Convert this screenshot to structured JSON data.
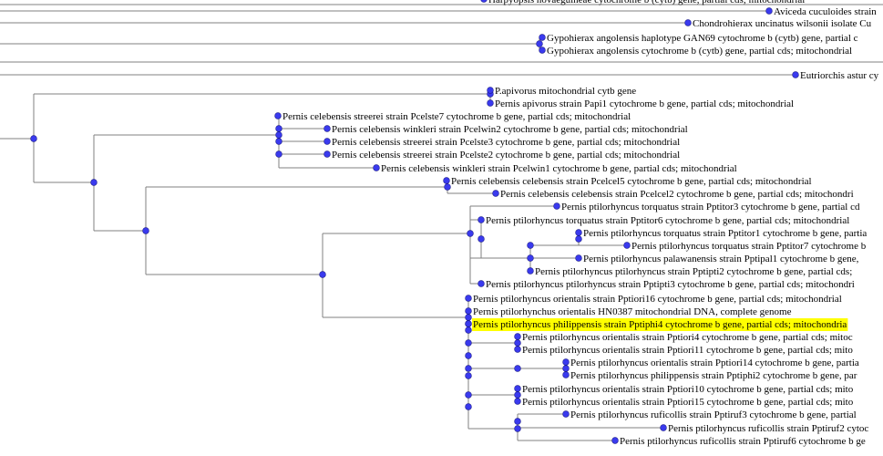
{
  "tree": {
    "highlight_color": "#ffff00",
    "node_color": "#3a3aee",
    "leaves": [
      {
        "label": "Harpyopsis novaeguineae cytochrome b (cytb) gene, partial cds; mitochondrial"
      },
      {
        "label": "Aviceda cuculoides strain"
      },
      {
        "label": "Chondrohierax uncinatus wilsonii isolate Cu"
      },
      {
        "label": "Gypohierax angolensis haplotype GAN69 cytochrome b (cytb) gene, partial c"
      },
      {
        "label": "Gypohierax angolensis cytochrome b (cytb) gene, partial cds; mitochondrial"
      },
      {
        "label": "Eutriorchis astur cy"
      },
      {
        "label": "P.apivorus mitochondrial cytb gene"
      },
      {
        "label": "Pernis apivorus strain Papi1 cytochrome b gene, partial cds; mitochondrial"
      },
      {
        "label": "Pernis celebensis streerei strain Pcelste7 cytochrome b gene, partial cds; mitochondrial"
      },
      {
        "label": "Pernis celebensis winkleri strain Pcelwin2 cytochrome b gene, partial cds; mitochondrial"
      },
      {
        "label": "Pernis celebensis streerei strain Pcelste3 cytochrome b gene, partial cds; mitochondrial"
      },
      {
        "label": "Pernis celebensis streerei strain Pcelste2 cytochrome b gene, partial cds; mitochondrial"
      },
      {
        "label": "Pernis celebensis winkleri strain Pcelwin1 cytochrome b gene, partial cds; mitochondrial"
      },
      {
        "label": "Pernis celebensis celebensis strain Pcelcel5 cytochrome b gene, partial cds; mitochondrial"
      },
      {
        "label": "Pernis celebensis celebensis strain Pcelcel2 cytochrome b gene, partial cds; mitochondri"
      },
      {
        "label": "Pernis ptilorhyncus torquatus strain Pptitor3 cytochrome b gene, partial cd"
      },
      {
        "label": "Pernis ptilorhyncus torquatus strain Pptitor6 cytochrome b gene, partial cds; mitochondrial"
      },
      {
        "label": "Pernis ptilorhyncus torquatus strain Pptitor1 cytochrome b gene, partia"
      },
      {
        "label": "Pernis ptilorhyncus torquatus strain Pptitor7 cytochrome b"
      },
      {
        "label": "Pernis ptilorhyncus palawanensis strain Pptipal1 cytochrome b gene,"
      },
      {
        "label": "Pernis ptilorhyncus ptilorhyncus strain Pptipti2 cytochrome b gene, partial cds;"
      },
      {
        "label": "Pernis ptilorhyncus ptilorhyncus strain Pptipti3 cytochrome b gene, partial cds; mitochondri"
      },
      {
        "label": "Pernis ptilorhyncus orientalis strain Pptiori16 cytochrome b gene, partial cds; mitochondrial"
      },
      {
        "label": "Pernis ptilorhynchus orientalis HN0387 mitochondrial DNA, complete genome"
      },
      {
        "label": "Pernis ptilorhyncus philippensis strain Pptiphi4 cytochrome b gene, partial cds; mitochondria",
        "highlighted": true
      },
      {
        "label": "Pernis ptilorhyncus orientalis strain Pptiori4 cytochrome b gene, partial cds; mitoc"
      },
      {
        "label": "Pernis ptilorhyncus orientalis strain Pptiori11 cytochrome b gene, partial cds; mito"
      },
      {
        "label": "Pernis ptilorhyncus orientalis strain Pptiori14 cytochrome b gene, partia"
      },
      {
        "label": "Pernis ptilorhyncus philippensis strain Pptiphi2 cytochrome b gene, par"
      },
      {
        "label": "Pernis ptilorhyncus orientalis strain Pptiori10 cytochrome b gene, partial cds; mito"
      },
      {
        "label": "Pernis ptilorhyncus orientalis strain Pptiori15 cytochrome b gene, partial cds; mito"
      },
      {
        "label": "Pernis ptilorhyncus ruficollis strain Pptiruf3 cytochrome b gene, partial"
      },
      {
        "label": "Pernis ptilorhyncus ruficollis strain Pptiruf2 cytoc"
      },
      {
        "label": "Pernis ptilorhyncus ruficollis strain Pptiruf6 cytochrome b ge"
      }
    ]
  }
}
